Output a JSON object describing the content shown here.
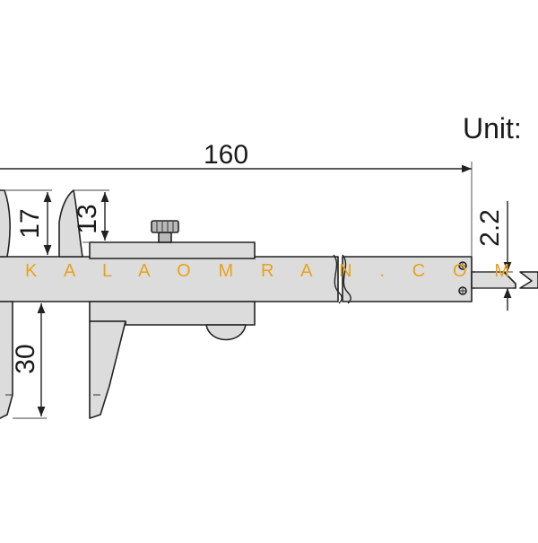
{
  "diagram": {
    "unit_label": "Unit:",
    "dimensions": {
      "overall_length": "160",
      "upper_jaw_outer": "17",
      "upper_jaw_inner": "13",
      "lower_jaw_depth": "30",
      "blade_thickness": "2.2"
    },
    "watermark": "K A L A O M R A N . C O M",
    "colors": {
      "part_fill": "#dcdcdc",
      "outline": "#222222",
      "watermark": "#e9a21a"
    }
  }
}
